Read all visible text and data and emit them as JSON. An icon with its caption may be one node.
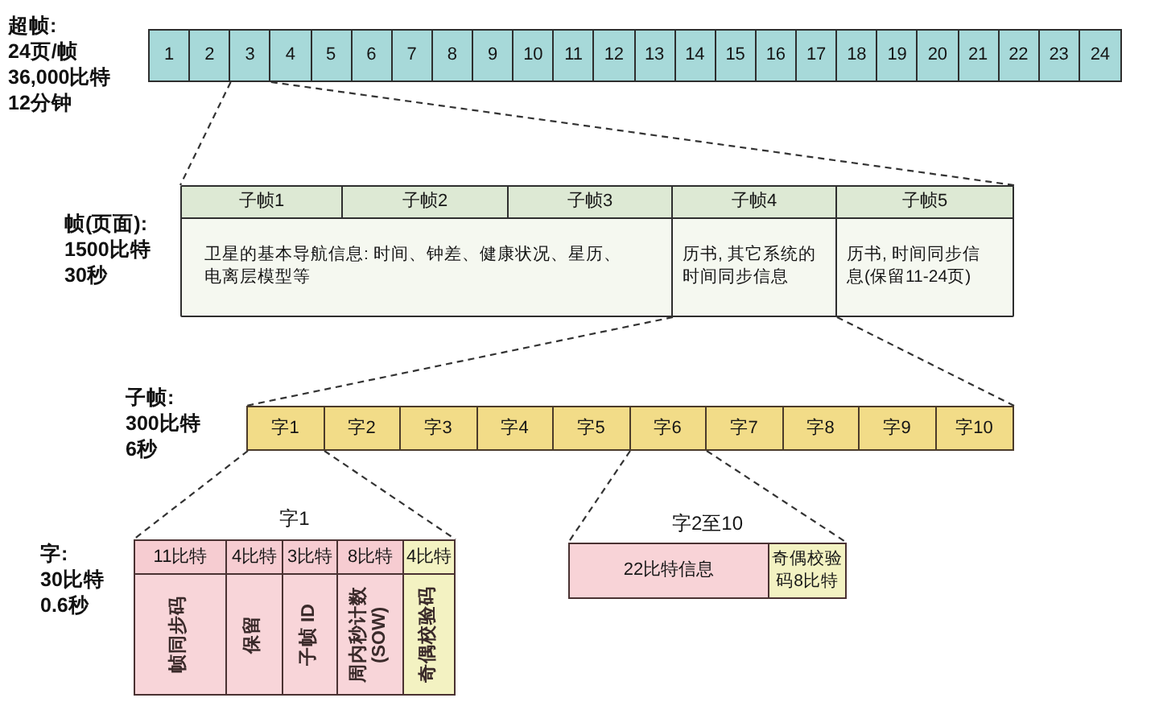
{
  "diagram": {
    "nodes": [
      {
        "text": [],
        "shape": "bar",
        "beside": [
          "超帧:",
          "24页/帧",
          "36,000比特",
          "12分钟"
        ]
      },
      {
        "text": [
          "1"
        ],
        "in": 0
      },
      {
        "text": [
          "2"
        ],
        "in": 0
      },
      {
        "text": [
          "3"
        ],
        "in": 0
      },
      {
        "text": [
          "4"
        ],
        "in": 0
      },
      {
        "text": [
          "5"
        ],
        "in": 0
      },
      {
        "text": [
          "6"
        ],
        "in": 0
      },
      {
        "text": [
          "7"
        ],
        "in": 0
      },
      {
        "text": [
          "8"
        ],
        "in": 0
      },
      {
        "text": [
          "9"
        ],
        "in": 0
      },
      {
        "text": [
          "10"
        ],
        "in": 0
      },
      {
        "text": [
          "11"
        ],
        "in": 0
      },
      {
        "text": [
          "12"
        ],
        "in": 0
      },
      {
        "text": [
          "13"
        ],
        "in": 0
      },
      {
        "text": [
          "14"
        ],
        "in": 0
      },
      {
        "text": [
          "15"
        ],
        "in": 0
      },
      {
        "text": [
          "16"
        ],
        "in": 0
      },
      {
        "text": [
          "17"
        ],
        "in": 0
      },
      {
        "text": [
          "18"
        ],
        "in": 0
      },
      {
        "text": [
          "19"
        ],
        "in": 0
      },
      {
        "text": [
          "20"
        ],
        "in": 0
      },
      {
        "text": [
          "21"
        ],
        "in": 0
      },
      {
        "text": [
          "22"
        ],
        "in": 0
      },
      {
        "text": [
          "23"
        ],
        "in": 0
      },
      {
        "text": [
          "24"
        ],
        "in": 0
      },
      {
        "text": [],
        "shape": "box",
        "beside": [
          "帧(页面):",
          "1500比特",
          "30秒"
        ]
      },
      {
        "text": [
          "子帧1"
        ],
        "in": 25
      },
      {
        "text": [
          "子帧2"
        ],
        "in": 25
      },
      {
        "text": [
          "子帧3"
        ],
        "in": 25
      },
      {
        "text": [
          "子帧4"
        ],
        "in": 25
      },
      {
        "text": [
          "子帧5"
        ],
        "in": 25
      },
      {
        "text": [
          "卫星的基本导航信息: 时间、钟差、健康状况、星历、电离层模型等"
        ],
        "in": 25
      },
      {
        "text": [
          "历书, 其它系统的时间同步信息"
        ],
        "in": 25
      },
      {
        "text": [
          "历书, 时间同步信息(保留11-24页)"
        ],
        "in": 25
      },
      {
        "text": [],
        "shape": "bar",
        "beside": [
          "子帧:",
          "300比特",
          "6秒"
        ]
      },
      {
        "text": [
          "字1"
        ],
        "in": 34
      },
      {
        "text": [
          "字2"
        ],
        "in": 34
      },
      {
        "text": [
          "字3"
        ],
        "in": 34
      },
      {
        "text": [
          "字4"
        ],
        "in": 34
      },
      {
        "text": [
          "字5"
        ],
        "in": 34
      },
      {
        "text": [
          "字6"
        ],
        "in": 34
      },
      {
        "text": [
          "字7"
        ],
        "in": 34
      },
      {
        "text": [
          "字8"
        ],
        "in": 34
      },
      {
        "text": [
          "字9"
        ],
        "in": 34
      },
      {
        "text": [
          "字10"
        ],
        "in": 34
      },
      {
        "text": [
          "字1"
        ],
        "beside": [
          "字:",
          "30比特",
          "0.6秒"
        ]
      },
      {
        "text": [
          "11比特"
        ],
        "in": 45
      },
      {
        "text": [
          "4比特"
        ],
        "in": 45
      },
      {
        "text": [
          "3比特"
        ],
        "in": 45
      },
      {
        "text": [
          "8比特"
        ],
        "in": 45
      },
      {
        "text": [
          "4比特"
        ],
        "in": 45
      },
      {
        "text": [
          "帧同步码"
        ],
        "in": 45
      },
      {
        "text": [
          "保留"
        ],
        "in": 45
      },
      {
        "text": [
          "子帧 ID"
        ],
        "in": 45
      },
      {
        "text": [
          "周内秒计数 (SOW)"
        ],
        "in": 45
      },
      {
        "text": [
          "奇偶校验码"
        ],
        "in": 45
      },
      {
        "text": [
          "字2至10"
        ]
      },
      {
        "text": [
          "22比特信息"
        ],
        "in": 56
      },
      {
        "text": [
          "奇偶校验码8比特"
        ],
        "in": 56
      }
    ],
    "edges": [
      {
        "from": 3,
        "to": 25,
        "arrow": "none",
        "style": "dashed"
      },
      {
        "from": 3,
        "to": 25,
        "arrow": "none",
        "style": "dashed"
      },
      {
        "from": 32,
        "to": 34,
        "arrow": "none",
        "style": "dashed"
      },
      {
        "from": 32,
        "to": 34,
        "arrow": "none",
        "style": "dashed"
      },
      {
        "from": 35,
        "to": 45,
        "arrow": "none",
        "style": "dashed"
      },
      {
        "from": 35,
        "to": 45,
        "arrow": "none",
        "style": "dashed"
      },
      {
        "from": 40,
        "to": 56,
        "arrow": "none",
        "style": "dashed"
      },
      {
        "from": 40,
        "to": 56,
        "arrow": "none",
        "style": "dashed"
      }
    ]
  }
}
